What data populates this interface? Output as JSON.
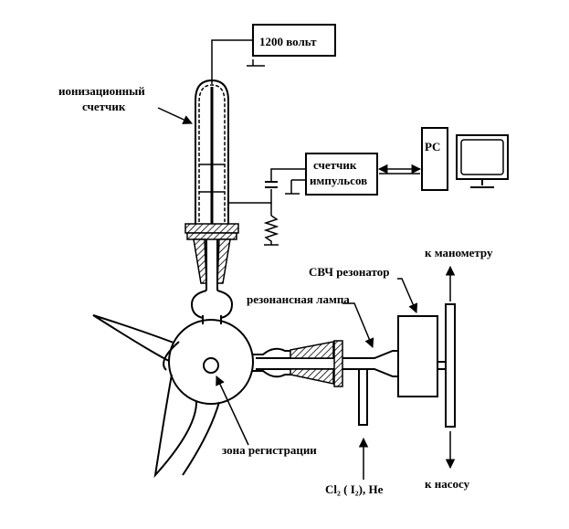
{
  "labels": {
    "voltage": "1200 вольт",
    "ion_counter_1": "ионизационный",
    "ion_counter_2": "счетчик",
    "pulse_counter_1": "счетчик",
    "pulse_counter_2": "импульсов",
    "pc": "PC",
    "to_manometer": "к манометру",
    "microwave_resonator": "СВЧ резонатор",
    "resonance_lamp": "резонансная лампа",
    "detection_zone": "зона регистрации",
    "gas_inlet": "Cl₂ ( I₂), He",
    "to_pump": "к насосу"
  }
}
